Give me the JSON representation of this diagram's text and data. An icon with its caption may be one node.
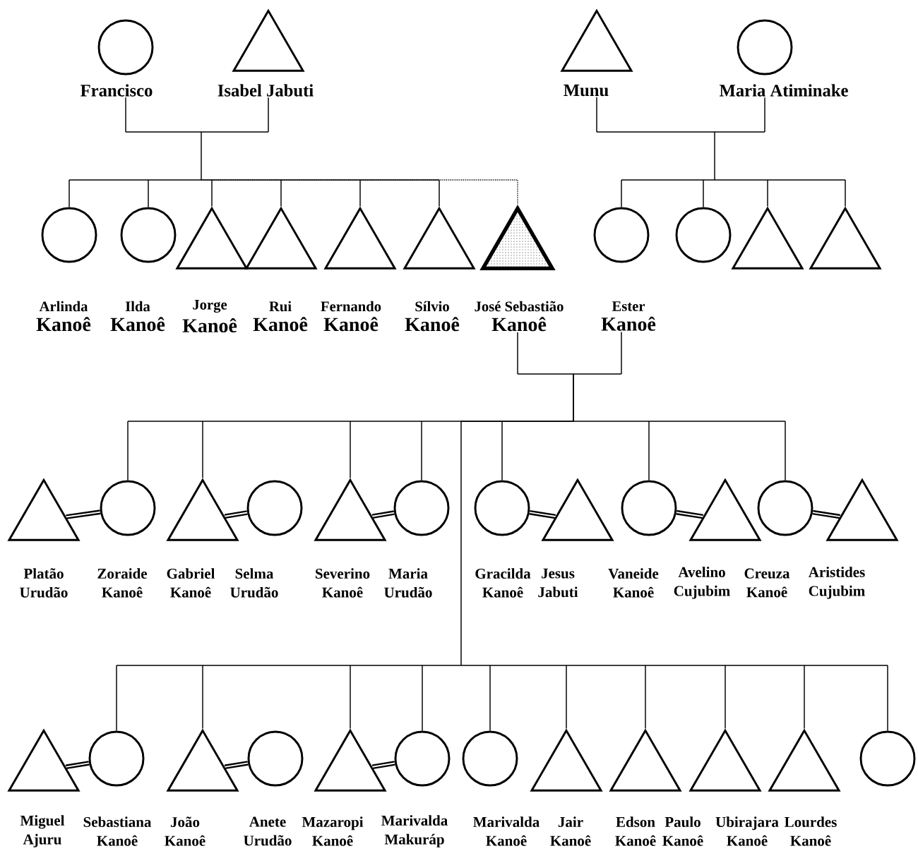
{
  "diagram": {
    "nodes": [
      {
        "text": [
          "Francisco"
        ]
      },
      {
        "text": [
          "Isabel  Jabuti"
        ]
      },
      {
        "text": [
          "Munu"
        ]
      },
      {
        "text": [
          "Maria  Atiminake"
        ]
      },
      {
        "text": [
          "Arlinda",
          "Kanoê"
        ]
      },
      {
        "text": [
          "Ilda",
          "Kanoê"
        ]
      },
      {
        "text": [
          "Jorge",
          "Kanoê"
        ]
      },
      {
        "text": [
          "Rui",
          "Kanoê"
        ]
      },
      {
        "text": [
          "Fernando",
          "Kanoê"
        ]
      },
      {
        "text": [
          "Sílvio",
          "Kanoê"
        ]
      },
      {
        "text": [
          "José Sebastião",
          "Kanoê"
        ]
      },
      {
        "text": [
          "Ester",
          "Kanoê"
        ]
      },
      {
        "text": [],
        "shape": "circle"
      },
      {
        "text": [],
        "shape": "triangle"
      },
      {
        "text": [],
        "shape": "triangle"
      },
      {
        "text": [
          "Platão Urudão"
        ]
      },
      {
        "text": [
          "Zoraide Kanoê"
        ]
      },
      {
        "text": [
          "Gabriel Kanoê"
        ]
      },
      {
        "text": [
          "Selma Urudão"
        ]
      },
      {
        "text": [
          "Severino Kanoê"
        ]
      },
      {
        "text": [
          "Maria Urudão"
        ]
      },
      {
        "text": [
          "Gracilda Kanoê"
        ]
      },
      {
        "text": [
          "Jesus Jabuti"
        ]
      },
      {
        "text": [
          "Vaneide Kanoê"
        ]
      },
      {
        "text": [
          "Avelino Cujubim"
        ]
      },
      {
        "text": [
          "Creuza Kanoê"
        ]
      },
      {
        "text": [
          "Aristides Cujubim"
        ]
      },
      {
        "text": [
          "Miguel Ajuru"
        ]
      },
      {
        "text": [
          "Sebastiana Kanoê"
        ]
      },
      {
        "text": [
          "João Kanoê"
        ]
      },
      {
        "text": [
          "Anete Urudão"
        ]
      },
      {
        "text": [
          "Mazaropi Kanoê"
        ]
      },
      {
        "text": [
          "Marivalda Makuráp"
        ]
      },
      {
        "text": [
          "Marivalda Kanoê"
        ]
      },
      {
        "text": [
          "Jair Kanoê"
        ]
      },
      {
        "text": [
          "Edson Kanoê"
        ]
      },
      {
        "text": [
          "Paulo Kanoê"
        ]
      },
      {
        "text": [
          "Ubirajara Kanoê"
        ]
      },
      {
        "text": [
          "Lourdes Kanoê"
        ]
      }
    ],
    "edges": [
      {
        "from": 0,
        "to": 4,
        "arrow": "none"
      },
      {
        "from": 0,
        "to": 5,
        "arrow": "none"
      },
      {
        "from": 0,
        "to": 6,
        "arrow": "none"
      },
      {
        "from": 0,
        "to": 7,
        "arrow": "none"
      },
      {
        "from": 0,
        "to": 8,
        "arrow": "none"
      },
      {
        "from": 0,
        "to": 9,
        "arrow": "none"
      },
      {
        "from": 0,
        "to": 10,
        "arrow": "none",
        "style": "dashed"
      },
      {
        "from": 1,
        "to": 4,
        "arrow": "none"
      },
      {
        "from": 1,
        "to": 5,
        "arrow": "none"
      },
      {
        "from": 1,
        "to": 6,
        "arrow": "none"
      },
      {
        "from": 1,
        "to": 7,
        "arrow": "none"
      },
      {
        "from": 1,
        "to": 8,
        "arrow": "none"
      },
      {
        "from": 1,
        "to": 9,
        "arrow": "none"
      },
      {
        "from": 1,
        "to": 10,
        "arrow": "none",
        "style": "dashed"
      },
      {
        "from": 2,
        "to": 11,
        "arrow": "none"
      },
      {
        "from": 2,
        "to": 12,
        "arrow": "none"
      },
      {
        "from": 2,
        "to": 13,
        "arrow": "none"
      },
      {
        "from": 2,
        "to": 14,
        "arrow": "none"
      },
      {
        "from": 3,
        "to": 11,
        "arrow": "none"
      },
      {
        "from": 3,
        "to": 12,
        "arrow": "none"
      },
      {
        "from": 3,
        "to": 13,
        "arrow": "none"
      },
      {
        "from": 3,
        "to": 14,
        "arrow": "none"
      },
      {
        "from": 10,
        "to": 16,
        "arrow": "none"
      },
      {
        "from": 10,
        "to": 17,
        "arrow": "none"
      },
      {
        "from": 10,
        "to": 19,
        "arrow": "none"
      },
      {
        "from": 10,
        "to": 20,
        "arrow": "none"
      },
      {
        "from": 10,
        "to": 21,
        "arrow": "none"
      },
      {
        "from": 10,
        "to": 23,
        "arrow": "none"
      },
      {
        "from": 10,
        "to": 25,
        "arrow": "none"
      },
      {
        "from": 11,
        "to": 16,
        "arrow": "none"
      },
      {
        "from": 11,
        "to": 17,
        "arrow": "none"
      },
      {
        "from": 11,
        "to": 19,
        "arrow": "none"
      },
      {
        "from": 11,
        "to": 20,
        "arrow": "none"
      },
      {
        "from": 11,
        "to": 21,
        "arrow": "none"
      },
      {
        "from": 11,
        "to": 23,
        "arrow": "none"
      },
      {
        "from": 11,
        "to": 25,
        "arrow": "none"
      },
      {
        "from": 10,
        "to": 28,
        "arrow": "none"
      },
      {
        "from": 10,
        "to": 29,
        "arrow": "none"
      },
      {
        "from": 10,
        "to": 31,
        "arrow": "none"
      },
      {
        "from": 10,
        "to": 32,
        "arrow": "none"
      },
      {
        "from": 10,
        "to": 33,
        "arrow": "none"
      },
      {
        "from": 10,
        "to": 34,
        "arrow": "none"
      },
      {
        "from": 10,
        "to": 35,
        "arrow": "none"
      },
      {
        "from": 10,
        "to": 36,
        "arrow": "none"
      },
      {
        "from": 10,
        "to": 37,
        "arrow": "none"
      },
      {
        "from": 10,
        "to": 38,
        "arrow": "none"
      },
      {
        "from": 11,
        "to": 28,
        "arrow": "none"
      },
      {
        "from": 11,
        "to": 29,
        "arrow": "none"
      },
      {
        "from": 11,
        "to": 31,
        "arrow": "none"
      },
      {
        "from": 11,
        "to": 32,
        "arrow": "none"
      },
      {
        "from": 11,
        "to": 33,
        "arrow": "none"
      },
      {
        "from": 11,
        "to": 34,
        "arrow": "none"
      },
      {
        "from": 11,
        "to": 35,
        "arrow": "none"
      },
      {
        "from": 11,
        "to": 36,
        "arrow": "none"
      },
      {
        "from": 11,
        "to": 37,
        "arrow": "none"
      },
      {
        "from": 11,
        "to": 38,
        "arrow": "none"
      },
      {
        "from": 15,
        "to": 16,
        "arrow": "none",
        "style": "thick"
      },
      {
        "from": 17,
        "to": 18,
        "arrow": "none",
        "style": "thick"
      },
      {
        "from": 19,
        "to": 20,
        "arrow": "none",
        "style": "thick"
      },
      {
        "from": 21,
        "to": 22,
        "arrow": "none",
        "style": "thick"
      },
      {
        "from": 23,
        "to": 24,
        "arrow": "none",
        "style": "thick"
      },
      {
        "from": 25,
        "to": 26,
        "arrow": "none",
        "style": "thick"
      },
      {
        "from": 27,
        "to": 28,
        "arrow": "none",
        "style": "thick"
      },
      {
        "from": 29,
        "to": 30,
        "arrow": "none",
        "style": "thick"
      },
      {
        "from": 31,
        "to": 32,
        "arrow": "none",
        "style": "thick"
      }
    ]
  }
}
